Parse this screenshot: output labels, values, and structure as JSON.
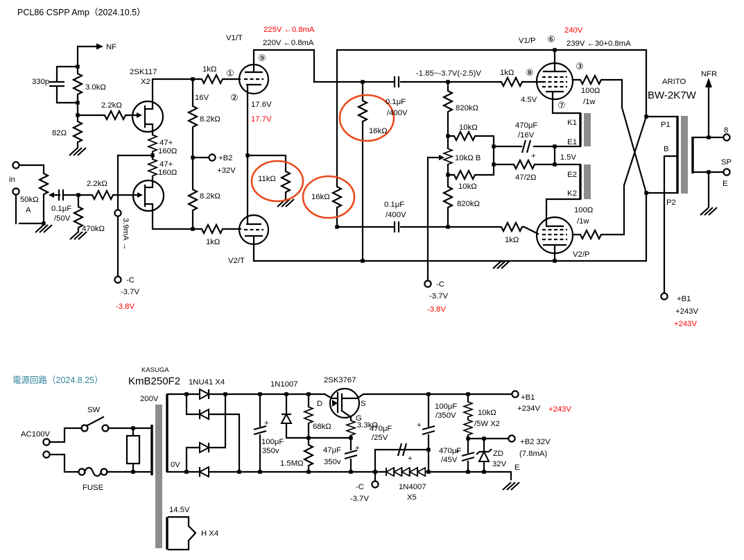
{
  "colors": {
    "line": "#000000",
    "measured_red": "#FF0000",
    "psu_title_teal": "#31859C",
    "winding_gray": "#8C8C8C",
    "highlight_ellipse": "#E8491B"
  },
  "amp": {
    "title": "PCL86 CSPP Amp（2024.10.5）",
    "nf": "NF",
    "nfr": "NFR",
    "in_label": "in",
    "c330p": "330p",
    "r3k0": "3.0kΩ",
    "r2k2_fb": "2.2kΩ",
    "r82": "82Ω",
    "fet_type": "2SK117",
    "fet_qty": "X2",
    "pot_in": "50kΩ",
    "pot_in_taper": "A",
    "c_in": "0.1μF",
    "c_in_v": "/50V",
    "r470k": "470kΩ",
    "r2k2_in": "2.2kΩ",
    "r47_1": "47+",
    "r160_1": "160Ω",
    "r47_2": "47+",
    "r160_2": "160Ω",
    "bias_current": "3.9mA →",
    "minus_c": "-C",
    "minus_c_v": "-3.7V",
    "minus_c_meas": "-3.8V",
    "r1k_v1t": "1kΩ",
    "pin1": "①",
    "pin9": "⑨",
    "pin2": "②",
    "v1t": "V1/T",
    "v16": "16V",
    "r8k2_1": "8.2kΩ",
    "b2": "+B2",
    "b2_v": "+32V",
    "r8k2_2": "8.2kΩ",
    "r1k_v2t": "1kΩ",
    "v2t": "V2/T",
    "v225": "225V ←0.8mA",
    "v220": "220V ←0.8mA",
    "v176": "17.6V",
    "v177": "17.7V",
    "r11k": "11kΩ",
    "r16k_lo": "16kΩ",
    "r16k_hi": "16kΩ",
    "c1": "0.1μF",
    "c1_v": "/400V",
    "c2": "0.1μF",
    "c2_v": "/400V",
    "bias_range": "-1.85~-3.7V(-2.5)V",
    "r820_1": "820kΩ",
    "r10_1": "10kΩ",
    "r10_b": "10kΩ B",
    "r10_2": "10kΩ",
    "r820_2": "820kΩ",
    "c470": "470μF",
    "c470_v": "/16V",
    "r47_2ohm": "47/2Ω",
    "v1_5": "1.5V",
    "k1": "K1",
    "e1": "E1",
    "e2": "E2",
    "k2": "K2",
    "r1k_v1p": "1kΩ",
    "pin8": "⑧",
    "pin6": "⑥",
    "pin3": "③",
    "pin7": "⑦",
    "v4_5": "4.5V",
    "v1p": "V1/P",
    "v240": "240V",
    "v239": "239V ←30+0.8mA",
    "r100_1": "100Ω",
    "r100_1w": "/1w",
    "r100_2": "100Ω",
    "r100_2w": "/1w",
    "maker": "ARITO",
    "opt": "BW-2K7W",
    "p1": "P1",
    "b_tap": "B",
    "p2": "P2",
    "sec8": "8",
    "sp": "SP",
    "e_gnd": "E",
    "minus_c2": "-C",
    "minus_c2_v": "-3.7V",
    "minus_c2_meas": "-3.8V",
    "r1k_v2p": "1kΩ",
    "v2p": "V2/P",
    "b1": "+B1",
    "b1_v": "+243V",
    "b1_meas": "+243V",
    "plus": "+"
  },
  "psu": {
    "title": "電源回路（2024.8.25）",
    "maker": "KASUGA",
    "trans": "KmB250F2",
    "ac": "AC100V",
    "sw": "SW",
    "fuse": "FUSE",
    "v200": "200V",
    "v0": "0V",
    "v14_5": "14.5V",
    "heater": "H X4",
    "bridge": "1NU41 X4",
    "d_prot": "1N1007",
    "fet": "2SK3767",
    "d_lbl": "D",
    "s_lbl": "S",
    "g_lbl": "G",
    "c100_1": "100μF",
    "c100_1v": "350v",
    "r68k": "68kΩ",
    "r3k3": "3.3kΩ",
    "c47": "47μF",
    "c47_v": "350v",
    "r1m5": "1.5MΩ",
    "c470_25": "470μF",
    "c470_25v": "/25V",
    "minus_c": "-C",
    "minus_c_v": "-3.7V",
    "d_string": "1N4007",
    "d_string_qty": "X5",
    "c100_2": "100μF",
    "c100_2v": "/350V",
    "c470_45": "470μF",
    "c470_45v": "/45V",
    "r10k": "10kΩ",
    "r10k_w": "/5W X2",
    "b1": "+B1",
    "b1_v": "+234V",
    "b1_meas": "+243V",
    "b2": "+B2 32V",
    "b2_ma": "(7.8mA)",
    "zd": "ZD",
    "zd_v": "32V",
    "e_gnd": "E",
    "plus": "+"
  }
}
